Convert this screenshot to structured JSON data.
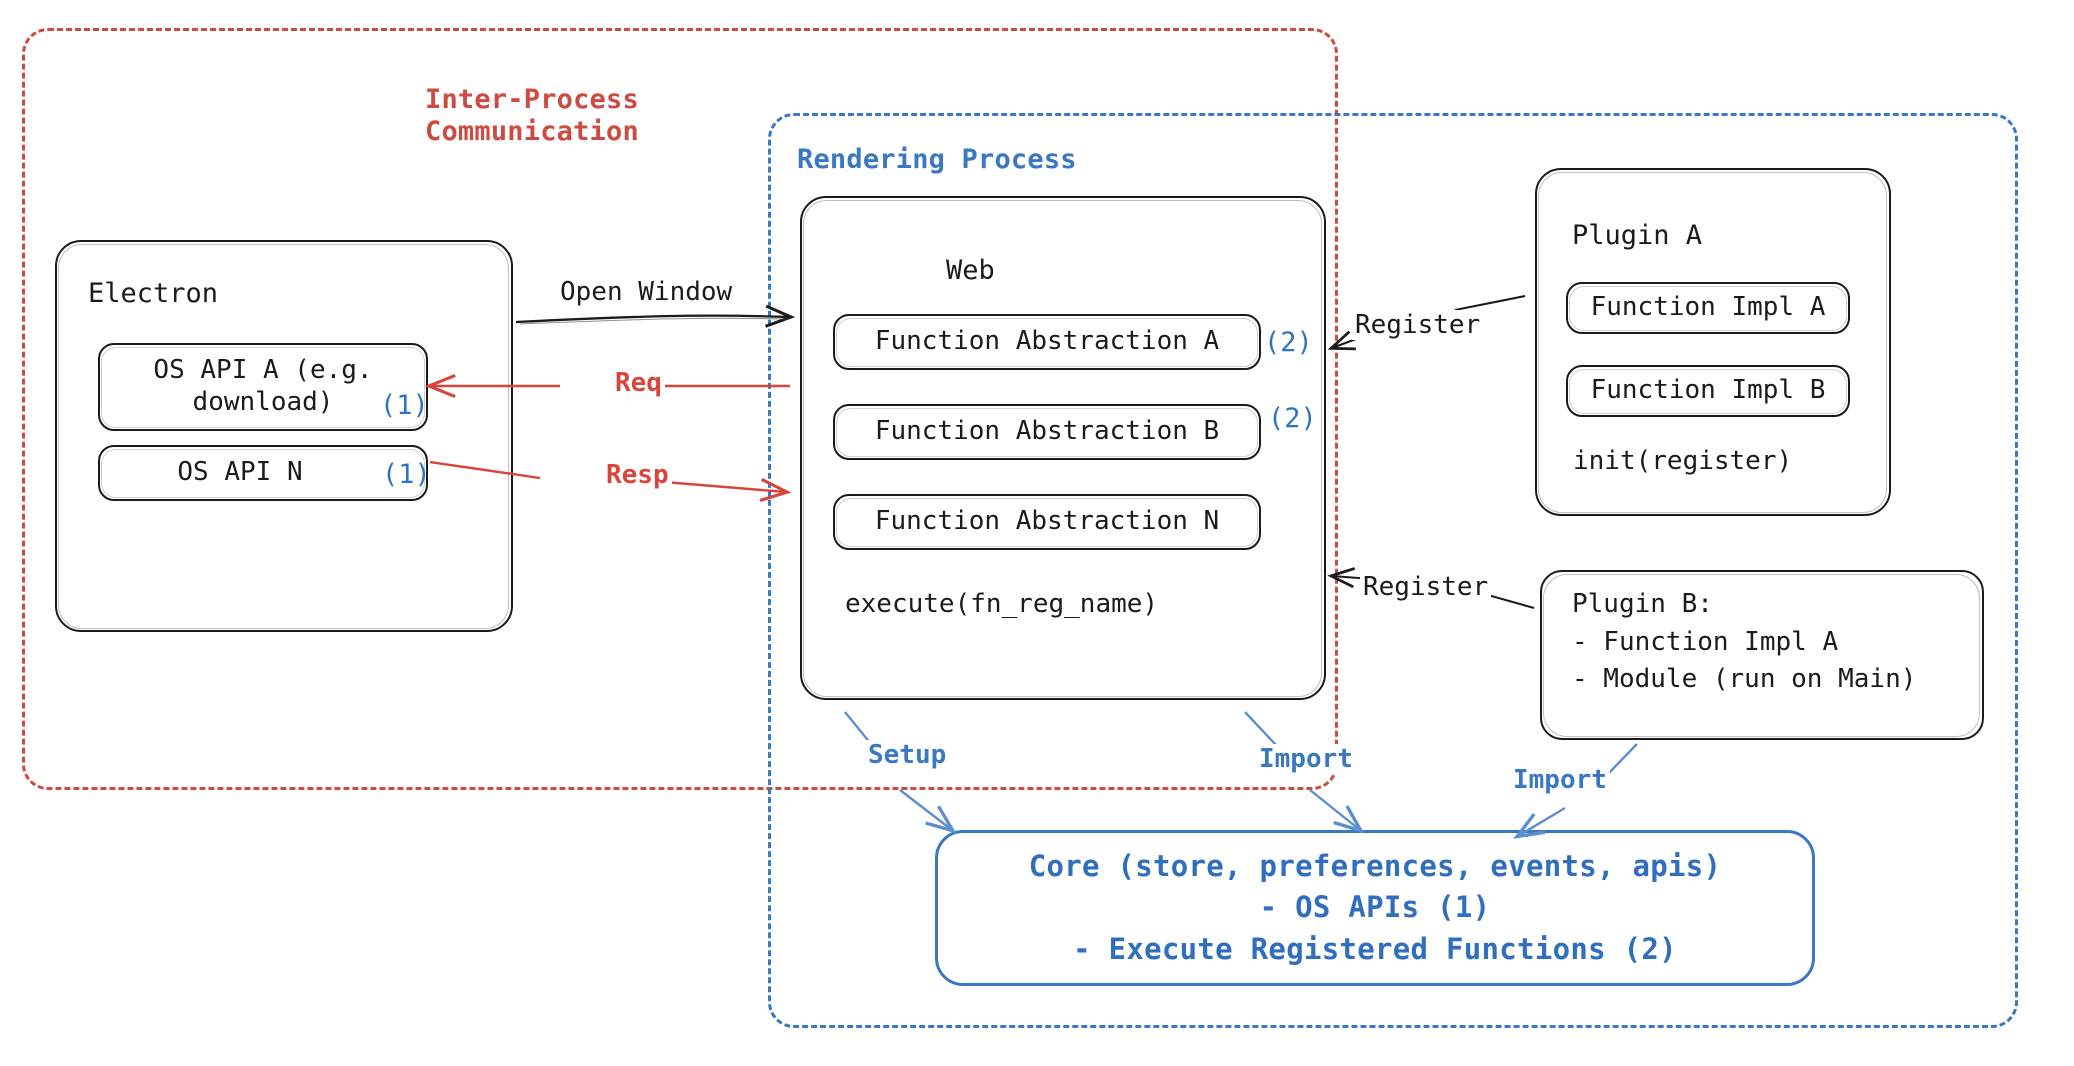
{
  "diagram": {
    "title": "Electron plugin architecture",
    "colors": {
      "ipc_red": "#cc4b42",
      "render_blue": "#3a78c2",
      "marker_blue": "#2f74c0",
      "ink_black": "#1b1b1b"
    }
  },
  "regions": {
    "ipc": {
      "label": "Inter-Process\nCommunication"
    },
    "rendering": {
      "label": "Rendering Process"
    }
  },
  "electron": {
    "title": "Electron",
    "apis": [
      {
        "text": "OS API A (e.g.\n      download)",
        "marker": "(1)"
      },
      {
        "text": "OS API N",
        "marker": "(1)"
      }
    ]
  },
  "web": {
    "title": "Web",
    "abstractions": [
      {
        "text": "Function Abstraction A",
        "marker": "(2)"
      },
      {
        "text": "Function Abstraction B",
        "marker": "(2)"
      },
      {
        "text": "Function Abstraction N",
        "marker": ""
      }
    ],
    "execute": "execute(fn_reg_name)"
  },
  "plugin_a": {
    "title": "Plugin A",
    "impls": [
      "Function Impl A",
      "Function Impl B"
    ],
    "init": "init(register)"
  },
  "plugin_b": {
    "text": "Plugin B:\n- Function Impl A\n- Module (run on Main)"
  },
  "core": {
    "text": "Core (store, preferences, events, apis)\n- OS APIs (1)\n- Execute Registered Functions (2)"
  },
  "edges": {
    "open_window": "Open Window",
    "req": "Req",
    "resp": "Resp",
    "register_a": "Register",
    "register_b": "Register",
    "setup": "Setup",
    "import_web": "Import",
    "import_plugin": "Import"
  }
}
